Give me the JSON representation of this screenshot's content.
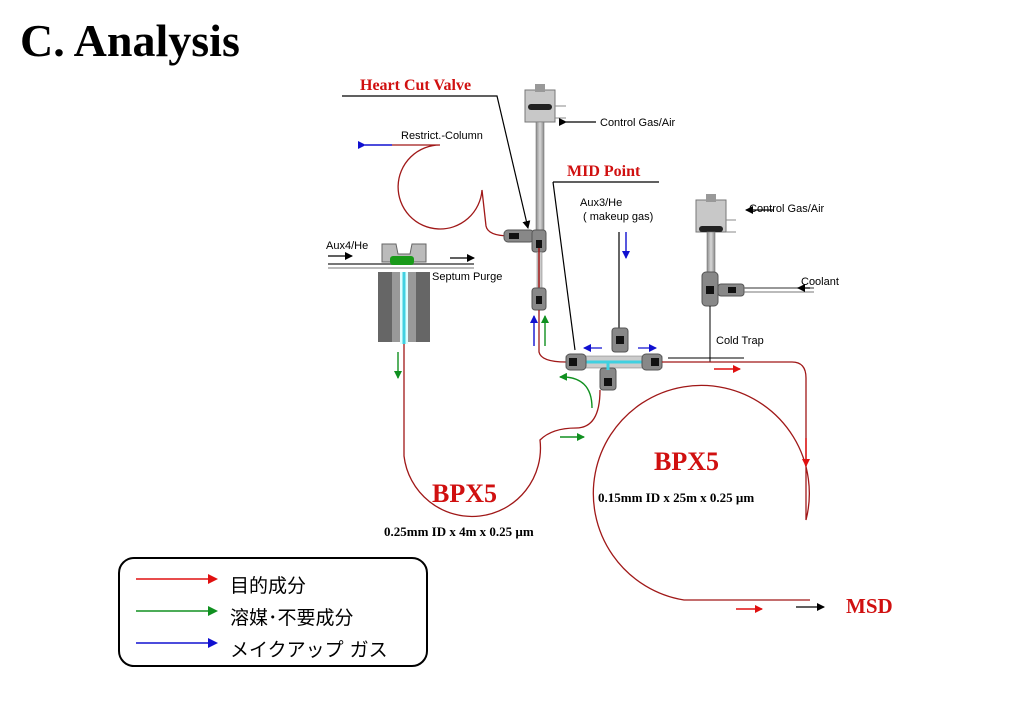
{
  "title": "C. Analysis",
  "labels": {
    "heart_cut_valve": "Heart Cut Valve",
    "mid_point": "MID Point",
    "restrict_column": "Restrict.-Column",
    "control_gas_air_1": "Control Gas/Air",
    "control_gas_air_2": "Control Gas/Air",
    "aux4_he": "Aux4/He",
    "septum_purge": "Septum Purge",
    "aux3_he": "Aux3/He",
    "makeup_gas": "( makeup gas)",
    "coolant": "Coolant",
    "cold_trap": "Cold Trap",
    "msd": "MSD"
  },
  "columns": {
    "first": {
      "name": "BPX5",
      "spec": "0.25mm ID x 4m x 0.25 µm"
    },
    "second": {
      "name": "BPX5",
      "spec": "0.15mm ID x 25m x 0.25 µm"
    }
  },
  "legend": [
    {
      "text": "目的成分",
      "color": "#e01010"
    },
    {
      "text": "溶媒･不要成分",
      "color": "#109020"
    },
    {
      "text": "メイクアップ ガス",
      "color": "#1010d0"
    }
  ],
  "colors": {
    "target_flow": "#e01010",
    "solvent_flow": "#109020",
    "makeup_flow": "#1010d0",
    "column_line": "#a01818",
    "label_red": "#d01010"
  }
}
